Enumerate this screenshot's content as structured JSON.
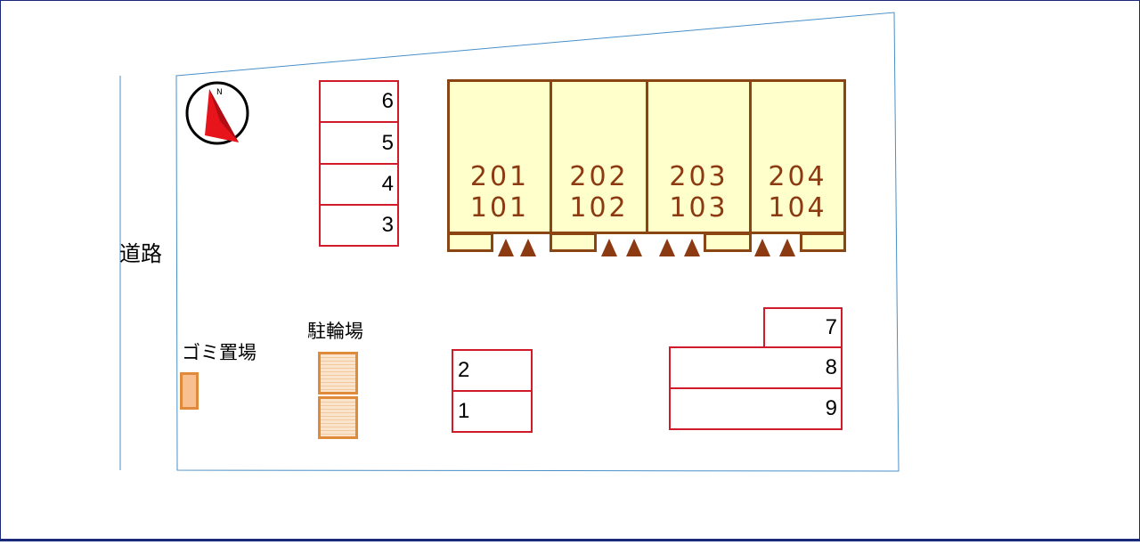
{
  "road_label": "道路",
  "garbage_label": "ゴミ置場",
  "bicycle_parking_label": "駐輪場",
  "compass_letter": "N",
  "units": [
    {
      "upper": "201",
      "lower": "101"
    },
    {
      "upper": "202",
      "lower": "102"
    },
    {
      "upper": "203",
      "lower": "103"
    },
    {
      "upper": "204",
      "lower": "104"
    }
  ],
  "parking": {
    "p1": "1",
    "p2": "2",
    "p3": "3",
    "p4": "4",
    "p5": "5",
    "p6": "6",
    "p7": "7",
    "p8": "8",
    "p9": "9"
  },
  "colors": {
    "building_fill": "#ffffcc",
    "building_outline": "#8b4513",
    "parking_outline": "#d11a2a",
    "site_boundary": "#4a8fc7",
    "bike_outline": "#e08a3c",
    "compass_red": "#e8141b"
  }
}
